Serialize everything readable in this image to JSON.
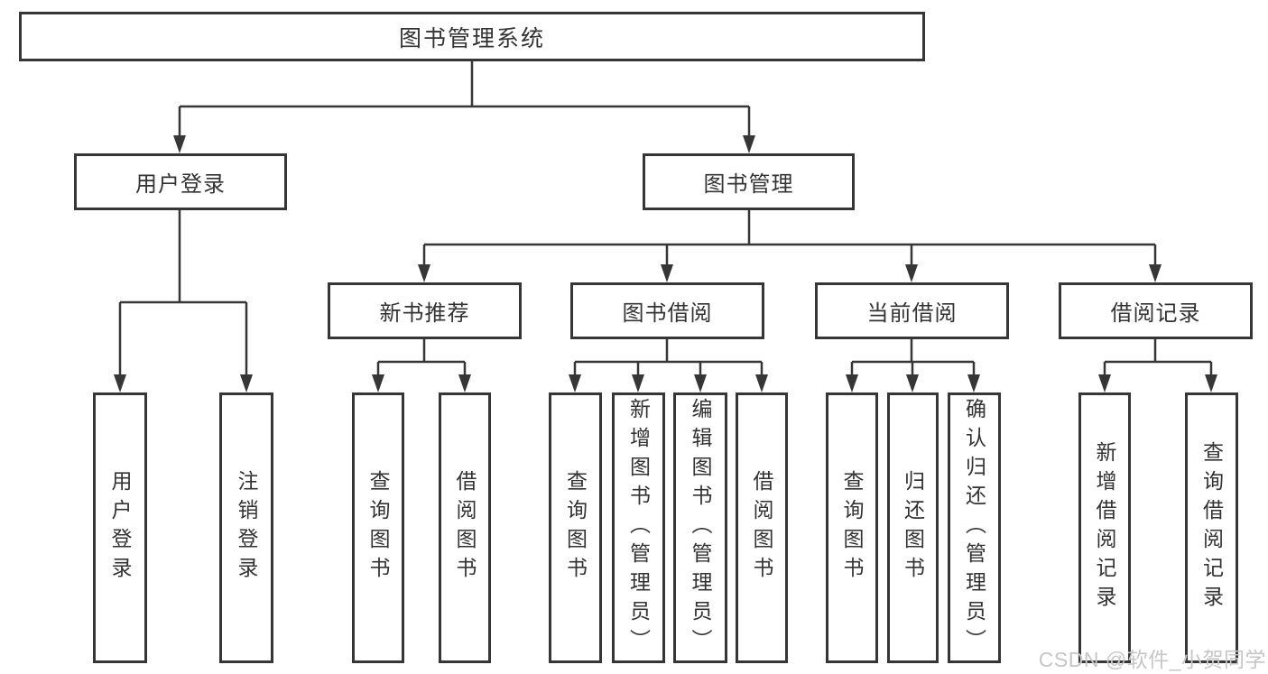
{
  "diagram": {
    "root": {
      "label": "图书管理系统"
    },
    "branches": [
      {
        "label": "用户登录",
        "children": [
          {
            "label": "用户登录"
          },
          {
            "label": "注销登录"
          }
        ]
      },
      {
        "label": "图书管理",
        "children": [
          {
            "label": "新书推荐",
            "children": [
              {
                "label": "查询图书"
              },
              {
                "label": "借阅图书"
              }
            ]
          },
          {
            "label": "图书借阅",
            "children": [
              {
                "label": "查询图书"
              },
              {
                "label": "新增图书（管理员）"
              },
              {
                "label": "编辑图书（管理员）"
              },
              {
                "label": "借阅图书"
              }
            ]
          },
          {
            "label": "当前借阅",
            "children": [
              {
                "label": "查询图书"
              },
              {
                "label": "归还图书"
              },
              {
                "label": "确认归还（管理员）"
              }
            ]
          },
          {
            "label": "借阅记录",
            "children": [
              {
                "label": "新增借阅记录"
              },
              {
                "label": "查询借阅记录"
              }
            ]
          }
        ]
      }
    ]
  },
  "watermark": {
    "text": "CSDN @软件_小贺同学",
    "color": "#c6c6c6"
  },
  "colors": {
    "line": "#363636",
    "box_border": "#363636",
    "text": "#333333",
    "background": "#ffffff"
  }
}
